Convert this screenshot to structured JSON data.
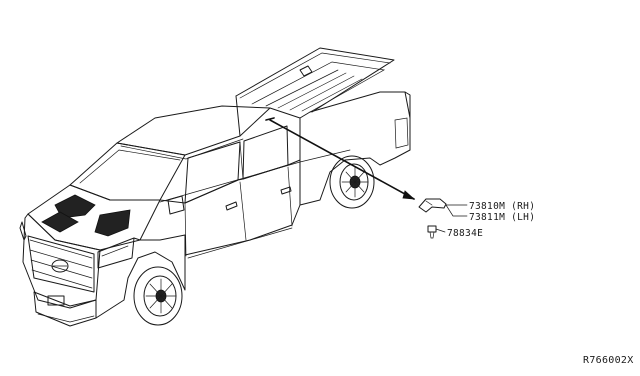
{
  "parts": [
    {
      "number": "73810M",
      "side": "(RH)"
    },
    {
      "number": "73811M",
      "side": "(LH)"
    },
    {
      "number": "78834E",
      "side": ""
    }
  ],
  "labels": {
    "part_rh": "73810M (RH)",
    "part_lh": "73811M (LH)",
    "part_clip": "78834E"
  },
  "diagram_ref": "R766002X"
}
